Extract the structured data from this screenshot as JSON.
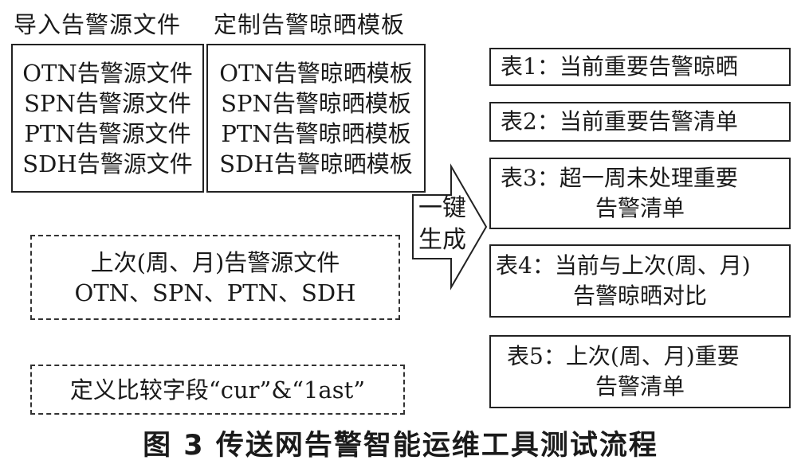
{
  "headers": {
    "import": "导入告警源文件",
    "template": "定制告警晾晒模板"
  },
  "import_files": [
    "OTN告警源文件",
    "SPN告警源文件",
    "PTN告警源文件",
    "SDH告警源文件"
  ],
  "templates": [
    "OTN告警晾晒模板",
    "SPN告警晾晒模板",
    "PTN告警晾晒模板",
    "SDH告警晾晒模板"
  ],
  "previous_files": {
    "line1": "上次(周、月)告警源文件",
    "line2": "OTN、SPN、PTN、SDH"
  },
  "compare_fields": "定义比较字段“cur”&“1ast”",
  "arrow": {
    "line1": "一键",
    "line2": "生成"
  },
  "outputs": [
    {
      "line1": "表1：当前重要告警晾晒",
      "line2": ""
    },
    {
      "line1": "表2：当前重要告警清单",
      "line2": ""
    },
    {
      "line1": "表3：超一周未处理重要",
      "line2": "告警清单"
    },
    {
      "line1": "表4：当前与上次(周、月)",
      "line2": "告警晾晒对比"
    },
    {
      "line1": "表5：上次(周、月)重要",
      "line2": "告警清单"
    }
  ],
  "caption": "图 3   传送网告警智能运维工具测试流程"
}
